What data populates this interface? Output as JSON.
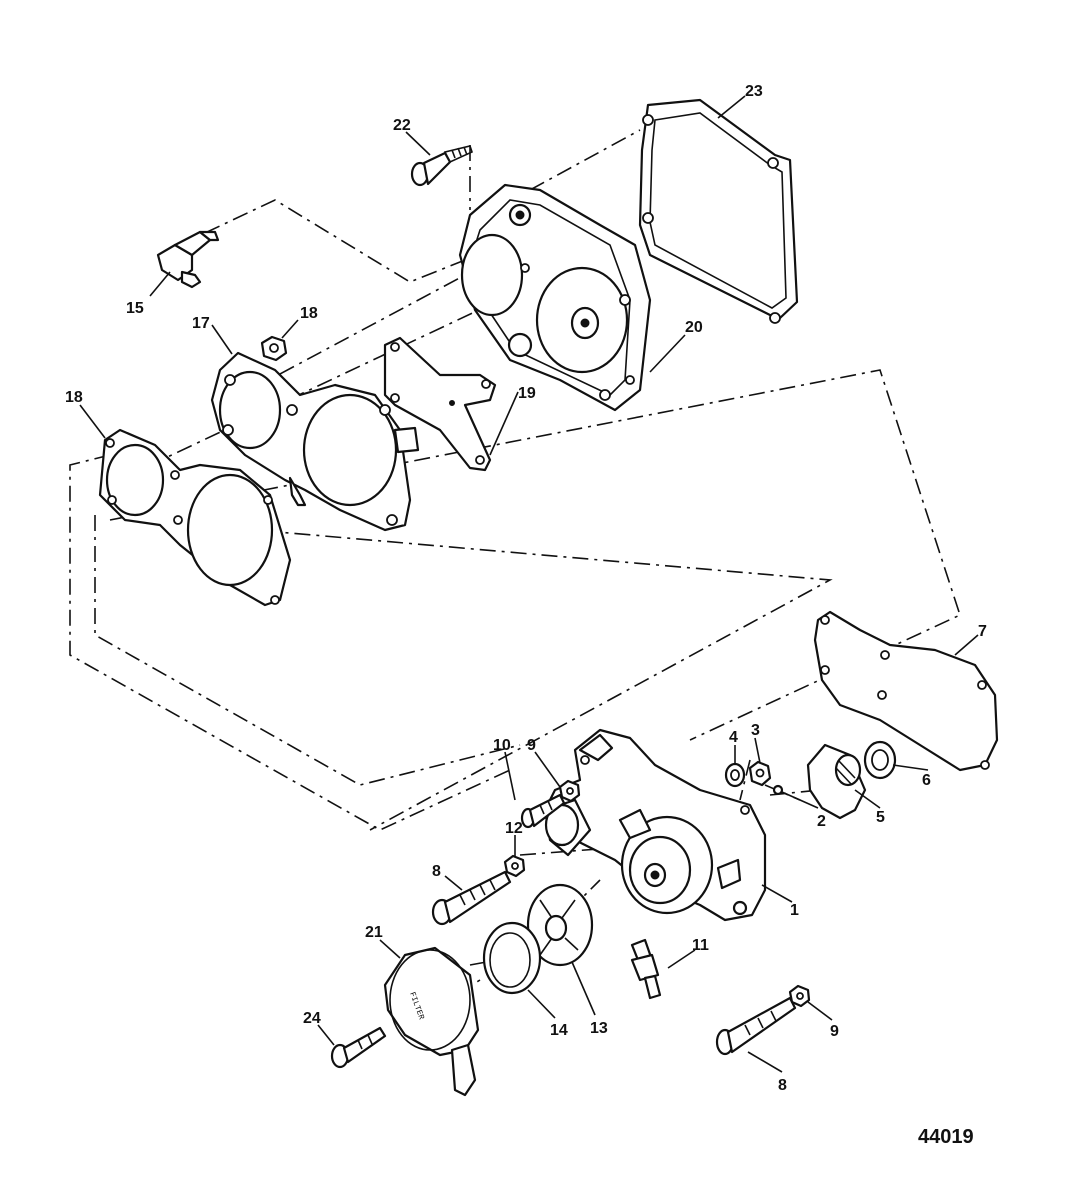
{
  "figure_number": "44019",
  "cover_text": "FILTER",
  "callouts": {
    "c23": "23",
    "c22": "22",
    "c15": "15",
    "c17": "17",
    "c18a": "18",
    "c18b": "18",
    "c20": "20",
    "c19": "19",
    "c7": "7",
    "c9a": "9",
    "c10": "10",
    "c4": "4",
    "c3": "3",
    "c2": "2",
    "c5": "5",
    "c6": "6",
    "c12": "12",
    "c8a": "8",
    "c1": "1",
    "c21": "21",
    "c11": "11",
    "c13": "13",
    "c14": "14",
    "c24": "24",
    "c9b": "9",
    "c8b": "8"
  }
}
